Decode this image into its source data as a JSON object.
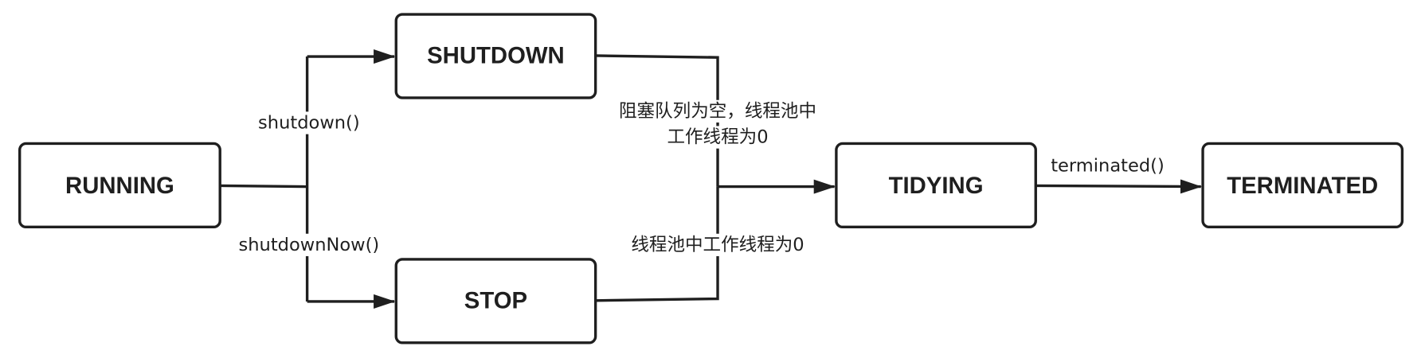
{
  "nodes": {
    "running": "RUNNING",
    "shutdown": "SHUTDOWN",
    "stop": "STOP",
    "tidying": "TIDYING",
    "terminated": "TERMINATED"
  },
  "edges": {
    "shutdown_call": "shutdown()",
    "shutdown_now_call": "shutdownNow()",
    "shutdown_to_tidying_line1": "阻塞队列为空，线程池中",
    "shutdown_to_tidying_line2": "工作线程为0",
    "stop_to_tidying": "线程池中工作线程为0",
    "terminated_call": "terminated()"
  },
  "colors": {
    "stroke": "#1f1f1f",
    "background": "#ffffff"
  }
}
